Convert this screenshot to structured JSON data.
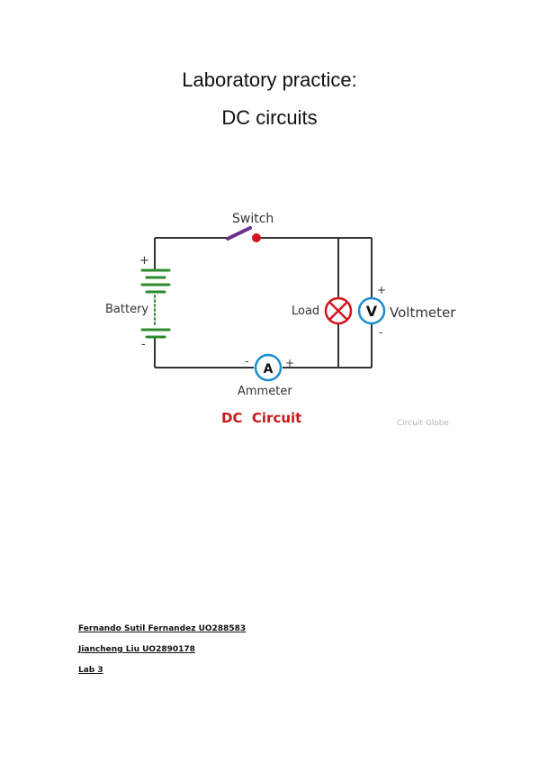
{
  "document": {
    "title_line1": "Laboratory practice:",
    "title_line2": "DC circuits"
  },
  "diagram": {
    "switch_label": "Switch",
    "battery_label": "Battery",
    "battery_plus": "+",
    "battery_minus": "-",
    "load_label": "Load",
    "voltmeter_symbol": "V",
    "voltmeter_label": "Voltmeter",
    "voltmeter_plus": "+",
    "voltmeter_minus": "-",
    "ammeter_symbol": "A",
    "ammeter_label": "Ammeter",
    "ammeter_minus": "-",
    "ammeter_plus": "+",
    "caption": "DC  Circuit",
    "watermark": "Circuit Globe",
    "colors": {
      "wire": "#333333",
      "battery": "#2e8b2e",
      "switch_lever": "#6a2f8e",
      "switch_contact": "#d4141c",
      "load": "#d4141c",
      "meter": "#1b8ed0",
      "caption": "#c41a1a",
      "watermark": "#b5b5b5"
    }
  },
  "footer": {
    "author1": "Fernando Sutil Fernandez UO288583",
    "author2": "Jiancheng Liu UO2890178",
    "lab": "Lab 3"
  }
}
